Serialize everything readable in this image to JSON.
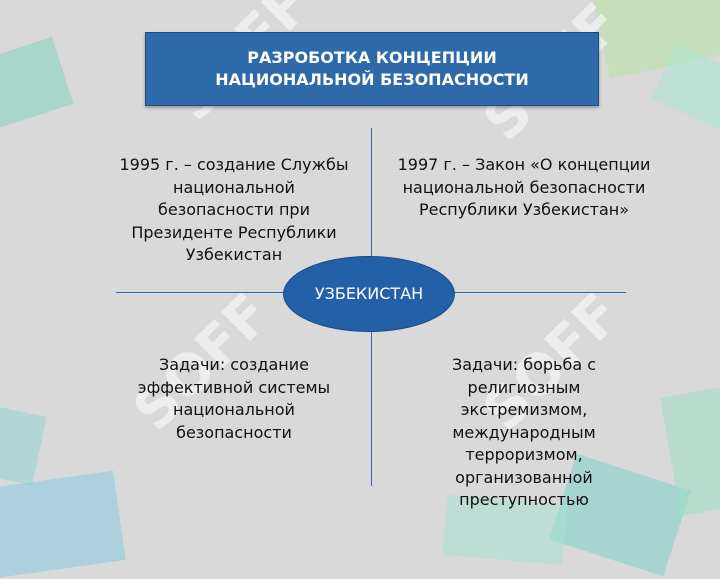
{
  "title": {
    "line1": "РАЗРОБОТКА КОНЦЕПЦИИ",
    "line2": "НАЦИОНАЛЬНОЙ БЕЗОПАСНОСТИ"
  },
  "center": {
    "label": "УЗБЕКИСТАН"
  },
  "quadrants": {
    "top_left": "1995 г. – создание Службы национальной безопасности при Президенте Республики Узбекистан",
    "top_right": "1997 г. – Закон «О концепции национальной безопасности Республики Узбекистан»",
    "bottom_left": "Задачи: создание эффективной системы национальной безопасности",
    "bottom_right": "Задачи: борьба с религиозным экстремизмом, международным терроризмом, организованной преступностью"
  },
  "colors": {
    "title_bg": "#2e6aa9",
    "ellipse_bg": "#2360a8",
    "lines": "#2e6aa9",
    "background": "#d9d9d9"
  }
}
